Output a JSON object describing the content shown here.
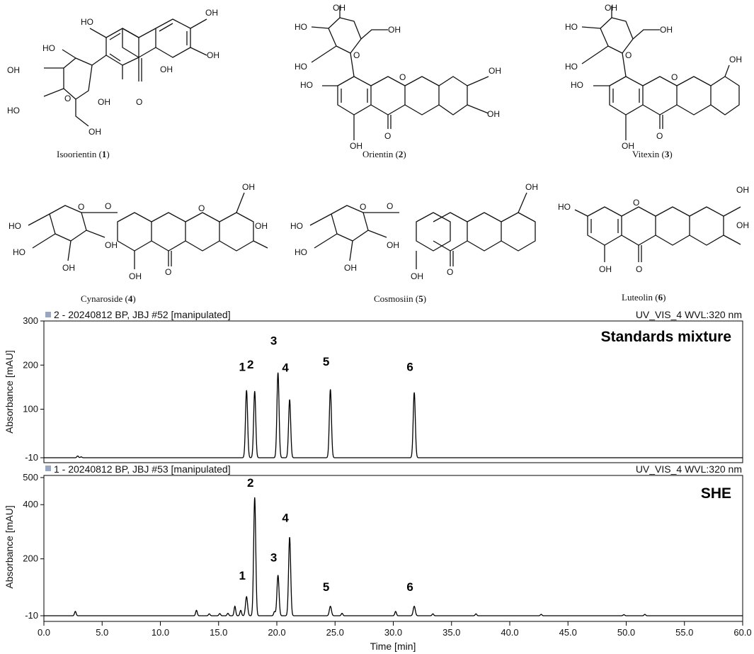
{
  "structures": [
    {
      "name": "Isoorientin",
      "num": "1",
      "atoms": [
        "OH",
        "OH",
        "HO",
        "OH",
        "HO",
        "OH",
        "HO",
        "OH",
        "O",
        "O",
        "OH"
      ]
    },
    {
      "name": "Orientin",
      "num": "2",
      "atoms": [
        "OH",
        "HO",
        "HO",
        "O",
        "OH",
        "HO",
        "O",
        "OH",
        "OH",
        "OH",
        "O"
      ]
    },
    {
      "name": "Vitexin",
      "num": "3",
      "atoms": [
        "OH",
        "HO",
        "HO",
        "O",
        "OH",
        "HO",
        "O",
        "OH",
        "OH",
        "O"
      ]
    },
    {
      "name": "Cynaroside",
      "num": "4",
      "atoms": [
        "OH",
        "HO",
        "O",
        "O",
        "OH",
        "O",
        "HO",
        "OH",
        "OH",
        "OH",
        "O"
      ]
    },
    {
      "name": "Cosmosiin",
      "num": "5",
      "atoms": [
        "OH",
        "HO",
        "O",
        "O",
        "HO",
        "OH",
        "OH",
        "OH",
        "O"
      ]
    },
    {
      "name": "Luteolin",
      "num": "6",
      "atoms": [
        "OH",
        "HO",
        "O",
        "OH",
        "OH",
        "O"
      ]
    }
  ],
  "chart_data": [
    {
      "type": "line",
      "header_left": "2 - 20240812 BP, JBJ #52 [manipulated]",
      "header_right": "UV_VIS_4 WVL:320 nm",
      "title": "Standards mixture",
      "ylabel": "Absorbance [mAU]",
      "xlabel": "",
      "xlim": [
        0,
        60
      ],
      "ylim": [
        -10,
        300
      ],
      "yticks": [
        -10,
        100,
        200,
        300
      ],
      "baseline": -10,
      "peaks": [
        {
          "label": "1",
          "x": 17.4,
          "y": 143,
          "label_y": 187
        },
        {
          "label": "2",
          "x": 18.1,
          "y": 141,
          "label_y": 192
        },
        {
          "label": "3",
          "x": 20.1,
          "y": 183,
          "label_y": 246
        },
        {
          "label": "4",
          "x": 21.1,
          "y": 122,
          "label_y": 185
        },
        {
          "label": "5",
          "x": 24.6,
          "y": 145,
          "label_y": 199
        },
        {
          "label": "6",
          "x": 31.8,
          "y": 138,
          "label_y": 187
        }
      ],
      "minor_peaks": [
        {
          "x": 2.9,
          "y": -6
        },
        {
          "x": 3.2,
          "y": -8
        }
      ]
    },
    {
      "type": "line",
      "header_left": "1 - 20240812 BP, JBJ #53 [manipulated]",
      "header_right": "UV_VIS_4 WVL:320 nm",
      "title": "SHE",
      "ylabel": "Absorbance [mAU]",
      "xlabel": "Time [min]",
      "xlim": [
        0,
        60
      ],
      "ylim": [
        -10,
        500
      ],
      "yticks": [
        -10,
        200,
        400,
        500
      ],
      "xticks": [
        "0.0",
        "5.0",
        "10.0",
        "15.0",
        "20.0",
        "25.0",
        "30.0",
        "35.0",
        "40.0",
        "45.0",
        "50.0",
        "55.0",
        "60.0"
      ],
      "baseline": -10,
      "peaks": [
        {
          "label": "1",
          "x": 17.4,
          "y": 60,
          "label_y": 124
        },
        {
          "label": "2",
          "x": 18.1,
          "y": 427,
          "label_y": 466
        },
        {
          "label": "3",
          "x": 20.1,
          "y": 140,
          "label_y": 190
        },
        {
          "label": "4",
          "x": 21.1,
          "y": 280,
          "label_y": 336
        },
        {
          "label": "5",
          "x": 24.6,
          "y": 25,
          "label_y": 81
        },
        {
          "label": "6",
          "x": 31.8,
          "y": 25,
          "label_y": 81
        }
      ],
      "minor_peaks": [
        {
          "x": 2.7,
          "y": 6
        },
        {
          "x": 13.1,
          "y": 10
        },
        {
          "x": 14.2,
          "y": -3
        },
        {
          "x": 15.1,
          "y": -2
        },
        {
          "x": 15.8,
          "y": -1
        },
        {
          "x": 16.4,
          "y": 25
        },
        {
          "x": 16.9,
          "y": 10
        },
        {
          "x": 19.8,
          "y": 5
        },
        {
          "x": 25.6,
          "y": -1
        },
        {
          "x": 30.2,
          "y": 6
        },
        {
          "x": 33.4,
          "y": -3
        },
        {
          "x": 37.1,
          "y": -3
        },
        {
          "x": 42.7,
          "y": -5
        },
        {
          "x": 49.8,
          "y": -6
        },
        {
          "x": 51.6,
          "y": -5
        }
      ]
    }
  ]
}
